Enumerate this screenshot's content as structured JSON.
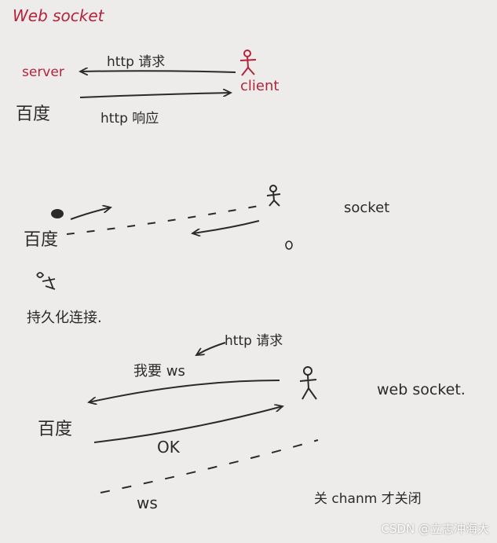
{
  "title": "Web socket",
  "section1": {
    "server_label": "server",
    "client_label": "client",
    "server_name": "百度",
    "request_label": "http 请求",
    "response_label": "http 响应"
  },
  "section2": {
    "server_name": "百度",
    "note_label": "socket",
    "note_line1": "持久化连接."
  },
  "section3": {
    "request_label": "http 请求",
    "ws_request_label": "我要 ws",
    "server_name": "百度",
    "ok_label": "OK",
    "ws_label": "ws",
    "note_label": "web socket.",
    "close_label": "关 chanm 才关闭"
  },
  "watermark": "CSDN @立志冲海大",
  "colors": {
    "ink": "#2a2a2a",
    "red_ink": "#b4233c",
    "paper": "#eeecea"
  }
}
